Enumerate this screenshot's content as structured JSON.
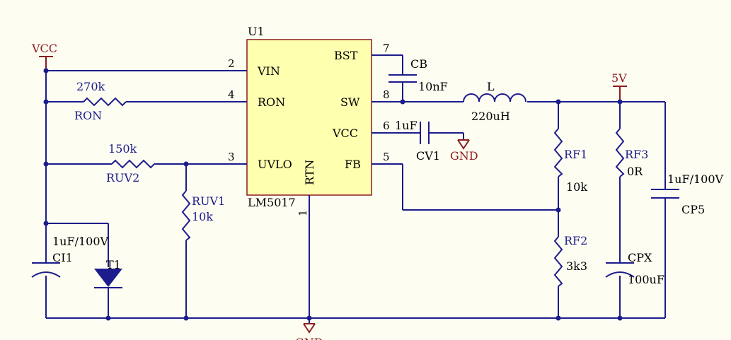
{
  "ic": {
    "designator": "U1",
    "part": "LM5017",
    "pins": {
      "vin": {
        "name": "VIN",
        "num": "2"
      },
      "ron": {
        "name": "RON",
        "num": "4"
      },
      "uvlo": {
        "name": "UVLO",
        "num": "3"
      },
      "bst": {
        "name": "BST",
        "num": "7"
      },
      "sw": {
        "name": "SW",
        "num": "8"
      },
      "vcc": {
        "name": "VCC",
        "num": "6"
      },
      "fb": {
        "name": "FB",
        "num": "5"
      },
      "rtn": {
        "name": "RTN",
        "num": "1"
      }
    }
  },
  "power": {
    "vcc": "VCC",
    "out": "5V",
    "gnd": "GND"
  },
  "components": {
    "ron": {
      "ref": "RON",
      "value": "270k"
    },
    "ruv2": {
      "ref": "RUV2",
      "value": "150k"
    },
    "ruv1": {
      "ref": "RUV1",
      "value": "10k"
    },
    "ci1": {
      "ref": "CI1",
      "value": "1uF/100V"
    },
    "t1": {
      "ref": "T1"
    },
    "cb": {
      "ref": "CB",
      "value": "10nF"
    },
    "cv1": {
      "ref": "CV1",
      "value": "1uF"
    },
    "l": {
      "ref": "L",
      "value": "220uH"
    },
    "rf1": {
      "ref": "RF1",
      "value": "10k"
    },
    "rf2": {
      "ref": "RF2",
      "value": "3k3"
    },
    "rf3": {
      "ref": "RF3",
      "value": "0R"
    },
    "cpx": {
      "ref": "CPX",
      "value": "100uF"
    },
    "cp5": {
      "ref": "CP5",
      "value": "1uF/100V"
    }
  },
  "colors": {
    "wire": "#1c1c8c",
    "power": "#8c1c1c",
    "ic_fill": "#ffffb0",
    "background": "#fdfdf2"
  }
}
